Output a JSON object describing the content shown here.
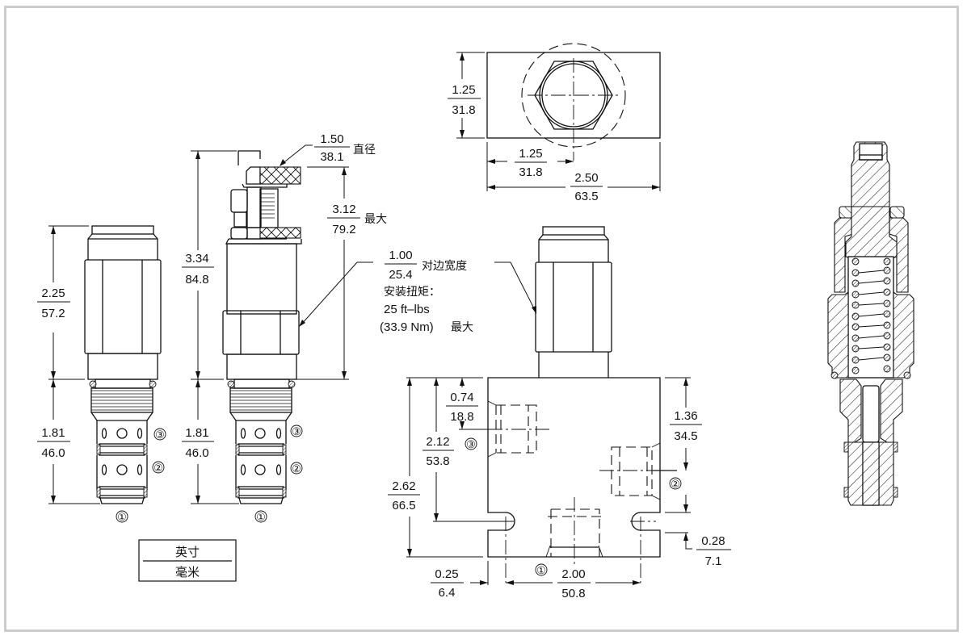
{
  "title": "Cartridge valve dimensional drawing",
  "colors": {
    "frame": "#cccccc",
    "line": "#111111",
    "background": "#ffffff"
  },
  "units_legend": {
    "top": "英寸",
    "bottom": "毫米"
  },
  "port_labels": {
    "p1": "①",
    "p2": "②",
    "p3": "③"
  },
  "view1": {
    "dims": {
      "body_length": {
        "in": "2.25",
        "mm": "57.2"
      },
      "stem_length": {
        "in": "1.81",
        "mm": "46.0"
      }
    }
  },
  "view2": {
    "dims": {
      "overall_length": {
        "in": "3.34",
        "mm": "84.8"
      },
      "stem_length": {
        "in": "1.81",
        "mm": "46.0"
      },
      "knob_diameter": {
        "in": "1.50",
        "mm": "38.1",
        "note": "直径"
      },
      "knob_max_height": {
        "in": "3.12",
        "mm": "79.2",
        "note": "最大"
      }
    }
  },
  "hex_callout": {
    "in": "1.00",
    "mm": "25.4",
    "note": "对边宽度",
    "torque_label": "安装扭矩：",
    "torque_imperial": "25 ft–lbs",
    "torque_metric": "(33.9 Nm)",
    "torque_note": "最大"
  },
  "top_view": {
    "dims": {
      "height": {
        "in": "1.25",
        "mm": "31.8"
      },
      "center_offset": {
        "in": "1.25",
        "mm": "31.8"
      },
      "width": {
        "in": "2.50",
        "mm": "63.5"
      }
    }
  },
  "body_view": {
    "dims": {
      "port3_top": {
        "in": "0.74",
        "mm": "18.8"
      },
      "mount_hole_from_top": {
        "in": "2.12",
        "mm": "53.8"
      },
      "overall_height": {
        "in": "2.62",
        "mm": "66.5"
      },
      "port2_from_top": {
        "in": "1.36",
        "mm": "34.5"
      },
      "hole_from_bottom": {
        "in": "0.28",
        "mm": "7.1"
      },
      "hole_from_edge": {
        "in": "0.25",
        "mm": "6.4"
      },
      "hole_spacing": {
        "in": "2.00",
        "mm": "50.8"
      }
    }
  }
}
